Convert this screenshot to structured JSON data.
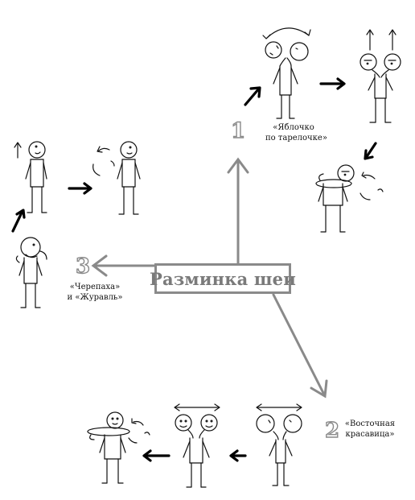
{
  "title": "Разминка шеи",
  "exercises": [
    {
      "number": "1",
      "caption_line1": "«Яблочко",
      "caption_line2": "по тарелочке»"
    },
    {
      "number": "2",
      "caption_line1": "«Восточная",
      "caption_line2": "красавица»"
    },
    {
      "number": "3",
      "caption_line1": "«Черепаха»",
      "caption_line2": "и «Журавль»"
    }
  ]
}
